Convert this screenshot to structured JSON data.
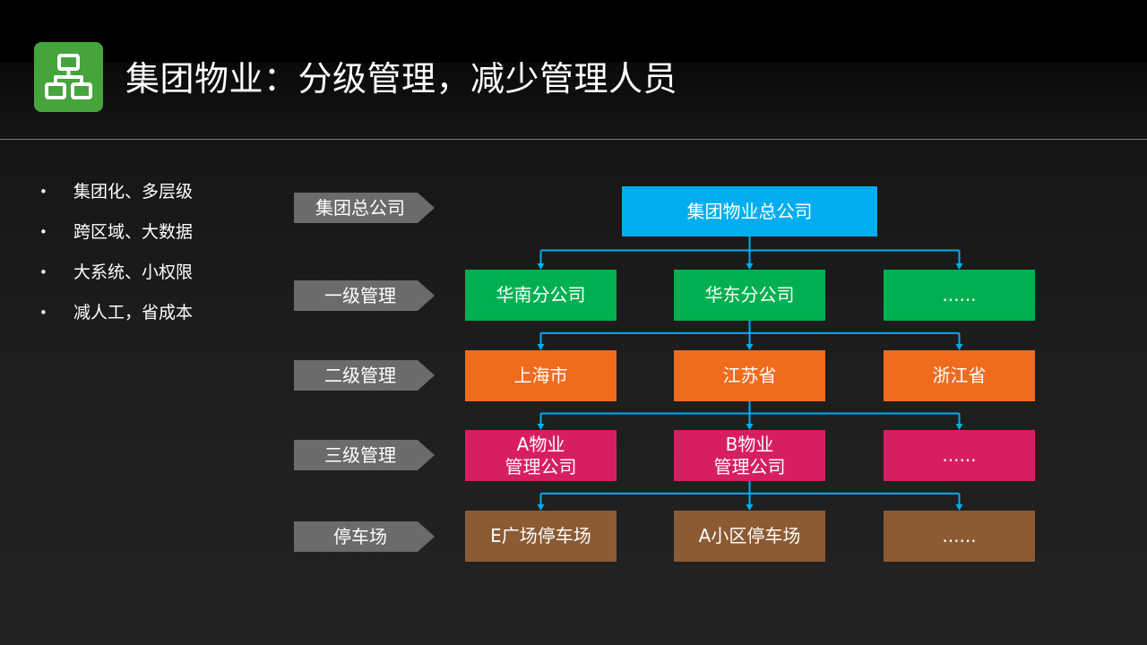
{
  "header": {
    "title": "集团物业：分级管理，减少管理人员",
    "logo_icon": "org-hierarchy-icon",
    "logo_color": "#46a43c"
  },
  "bullets": [
    "集团化、多层级",
    "跨区域、大数据",
    "大系统、小权限",
    "减人工，省成本"
  ],
  "bullet_marker": "•",
  "levels": [
    "集团总公司",
    "一级管理",
    "二级管理",
    "三级管理",
    "停车场"
  ],
  "org": {
    "root": {
      "label": "集团物业总公司",
      "color": "#00aeef"
    },
    "rows": [
      {
        "color": "#00b050",
        "items": [
          "华南分公司",
          "华东分公司",
          "......"
        ]
      },
      {
        "color": "#f06b1e",
        "items": [
          "上海市",
          "江苏省",
          "浙江省"
        ]
      },
      {
        "color": "#d81e62",
        "items": [
          "A物业\n管理公司",
          "B物业\n管理公司",
          "......"
        ]
      },
      {
        "color": "#8c5a33",
        "items": [
          "E广场停车场",
          "A小区停车场",
          "......"
        ]
      }
    ],
    "connector_color": "#00aeef"
  }
}
